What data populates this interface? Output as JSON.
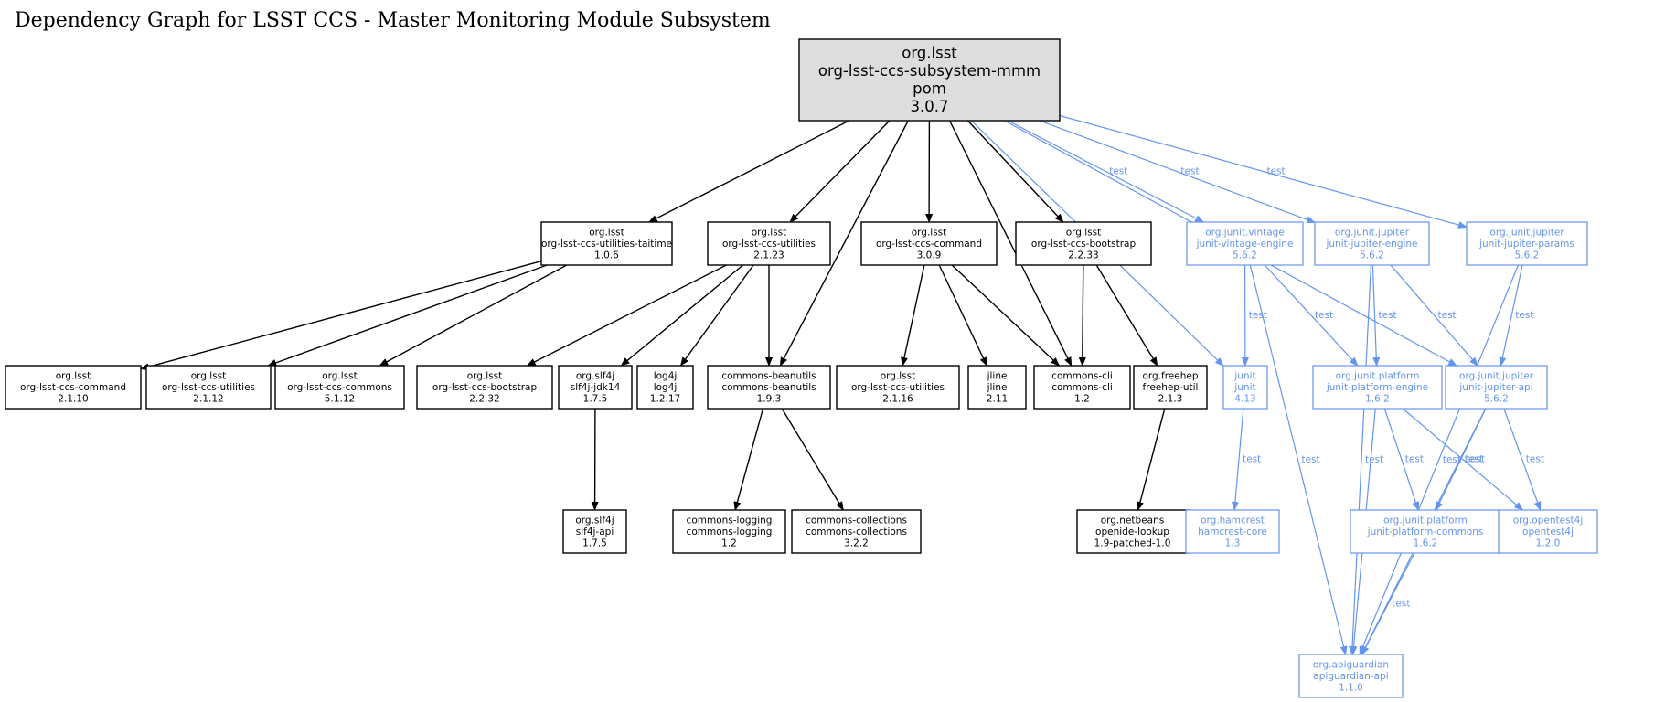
{
  "title": "Dependency Graph for LSST CCS - Master Monitoring Module Subsystem",
  "colors": {
    "compile": "#000000",
    "test": "#6495ed",
    "root_fill": "#dddddd",
    "node_fill": "#ffffff"
  },
  "nodes": [
    {
      "id": "mmm",
      "lines": [
        "org.lsst",
        "org-lsst-ccs-subsystem-mmm",
        "pom",
        "3.0.7"
      ],
      "kind": "root"
    },
    {
      "id": "taitime",
      "lines": [
        "org.lsst",
        "org-lsst-ccs-utilities-taitime",
        "1.0.6"
      ],
      "kind": "compile"
    },
    {
      "id": "util2123",
      "lines": [
        "org.lsst",
        "org-lsst-ccs-utilities",
        "2.1.23"
      ],
      "kind": "compile"
    },
    {
      "id": "command309",
      "lines": [
        "org.lsst",
        "org-lsst-ccs-command",
        "3.0.9"
      ],
      "kind": "compile"
    },
    {
      "id": "bootstrap2233",
      "lines": [
        "org.lsst",
        "org-lsst-ccs-bootstrap",
        "2.2.33"
      ],
      "kind": "compile"
    },
    {
      "id": "vintage",
      "lines": [
        "org.junit.vintage",
        "junit-vintage-engine",
        "5.6.2"
      ],
      "kind": "test"
    },
    {
      "id": "jupengine",
      "lines": [
        "org.junit.jupiter",
        "junit-jupiter-engine",
        "5.6.2"
      ],
      "kind": "test"
    },
    {
      "id": "jupparams",
      "lines": [
        "org.junit.jupiter",
        "junit-jupiter-params",
        "5.6.2"
      ],
      "kind": "test"
    },
    {
      "id": "command2110",
      "lines": [
        "org.lsst",
        "org-lsst-ccs-command",
        "2.1.10"
      ],
      "kind": "compile"
    },
    {
      "id": "util2112",
      "lines": [
        "org.lsst",
        "org-lsst-ccs-utilities",
        "2.1.12"
      ],
      "kind": "compile"
    },
    {
      "id": "commons5112",
      "lines": [
        "org.lsst",
        "org-lsst-ccs-commons",
        "5.1.12"
      ],
      "kind": "compile"
    },
    {
      "id": "bootstrap2232",
      "lines": [
        "org.lsst",
        "org-lsst-ccs-bootstrap",
        "2.2.32"
      ],
      "kind": "compile"
    },
    {
      "id": "slf4jjdk",
      "lines": [
        "org.slf4j",
        "slf4j-jdk14",
        "1.7.5"
      ],
      "kind": "compile"
    },
    {
      "id": "log4j",
      "lines": [
        "log4j",
        "log4j",
        "1.2.17"
      ],
      "kind": "compile"
    },
    {
      "id": "beanutils",
      "lines": [
        "commons-beanutils",
        "commons-beanutils",
        "1.9.3"
      ],
      "kind": "compile"
    },
    {
      "id": "util2116",
      "lines": [
        "org.lsst",
        "org-lsst-ccs-utilities",
        "2.1.16"
      ],
      "kind": "compile"
    },
    {
      "id": "jline",
      "lines": [
        "jline",
        "jline",
        "2.11"
      ],
      "kind": "compile"
    },
    {
      "id": "cli",
      "lines": [
        "commons-cli",
        "commons-cli",
        "1.2"
      ],
      "kind": "compile"
    },
    {
      "id": "freehep",
      "lines": [
        "org.freehep",
        "freehep-util",
        "2.1.3"
      ],
      "kind": "compile"
    },
    {
      "id": "junit",
      "lines": [
        "junit",
        "junit",
        "4.13"
      ],
      "kind": "test"
    },
    {
      "id": "platengine",
      "lines": [
        "org.junit.platform",
        "junit-platform-engine",
        "1.6.2"
      ],
      "kind": "test"
    },
    {
      "id": "jupapi",
      "lines": [
        "org.junit.jupiter",
        "junit-jupiter-api",
        "5.6.2"
      ],
      "kind": "test"
    },
    {
      "id": "slf4japi",
      "lines": [
        "org.slf4j",
        "slf4j-api",
        "1.7.5"
      ],
      "kind": "compile"
    },
    {
      "id": "logging",
      "lines": [
        "commons-logging",
        "commons-logging",
        "1.2"
      ],
      "kind": "compile"
    },
    {
      "id": "collections",
      "lines": [
        "commons-collections",
        "commons-collections",
        "3.2.2"
      ],
      "kind": "compile"
    },
    {
      "id": "openide",
      "lines": [
        "org.netbeans",
        "openide-lookup",
        "1.9-patched-1.0"
      ],
      "kind": "compile"
    },
    {
      "id": "hamcrest",
      "lines": [
        "org.hamcrest",
        "hamcrest-core",
        "1.3"
      ],
      "kind": "test"
    },
    {
      "id": "platcommons",
      "lines": [
        "org.junit.platform",
        "junit-platform-commons",
        "1.6.2"
      ],
      "kind": "test"
    },
    {
      "id": "opentest4j",
      "lines": [
        "org.opentest4j",
        "opentest4j",
        "1.2.0"
      ],
      "kind": "test"
    },
    {
      "id": "apiguardian",
      "lines": [
        "org.apiguardian",
        "apiguardian-api",
        "1.1.0"
      ],
      "kind": "test"
    }
  ],
  "edges": [
    {
      "from": "mmm",
      "to": "taitime",
      "label": ""
    },
    {
      "from": "mmm",
      "to": "util2123",
      "label": ""
    },
    {
      "from": "mmm",
      "to": "beanutils",
      "label": ""
    },
    {
      "from": "mmm",
      "to": "command309",
      "label": ""
    },
    {
      "from": "mmm",
      "to": "cli",
      "label": ""
    },
    {
      "from": "mmm",
      "to": "bootstrap2233",
      "label": ""
    },
    {
      "from": "mmm",
      "to": "junit",
      "label": "test"
    },
    {
      "from": "mmm",
      "to": "vintage",
      "label": "test"
    },
    {
      "from": "mmm",
      "to": "jupengine",
      "label": "test"
    },
    {
      "from": "mmm",
      "to": "jupapi",
      "label": "test"
    },
    {
      "from": "mmm",
      "to": "jupparams",
      "label": "test"
    },
    {
      "from": "taitime",
      "to": "command2110",
      "label": ""
    },
    {
      "from": "taitime",
      "to": "util2112",
      "label": ""
    },
    {
      "from": "taitime",
      "to": "commons5112",
      "label": ""
    },
    {
      "from": "util2123",
      "to": "bootstrap2232",
      "label": ""
    },
    {
      "from": "util2123",
      "to": "slf4jjdk",
      "label": ""
    },
    {
      "from": "util2123",
      "to": "log4j",
      "label": ""
    },
    {
      "from": "util2123",
      "to": "beanutils",
      "label": ""
    },
    {
      "from": "command309",
      "to": "util2116",
      "label": ""
    },
    {
      "from": "command309",
      "to": "jline",
      "label": ""
    },
    {
      "from": "command309",
      "to": "cli",
      "label": ""
    },
    {
      "from": "bootstrap2233",
      "to": "cli",
      "label": ""
    },
    {
      "from": "bootstrap2233",
      "to": "freehep",
      "label": ""
    },
    {
      "from": "slf4jjdk",
      "to": "slf4japi",
      "label": ""
    },
    {
      "from": "beanutils",
      "to": "logging",
      "label": ""
    },
    {
      "from": "beanutils",
      "to": "collections",
      "label": ""
    },
    {
      "from": "freehep",
      "to": "openide",
      "label": ""
    },
    {
      "from": "vintage",
      "to": "junit",
      "label": "test"
    },
    {
      "from": "vintage",
      "to": "platengine",
      "label": "test"
    },
    {
      "from": "vintage",
      "to": "apiguardian",
      "label": "test"
    },
    {
      "from": "jupengine",
      "to": "platengine",
      "label": "test"
    },
    {
      "from": "jupengine",
      "to": "jupapi",
      "label": "test"
    },
    {
      "from": "jupengine",
      "to": "apiguardian",
      "label": "test"
    },
    {
      "from": "jupparams",
      "to": "jupapi",
      "label": "test"
    },
    {
      "from": "jupparams",
      "to": "apiguardian",
      "label": "test"
    },
    {
      "from": "junit",
      "to": "hamcrest",
      "label": "test"
    },
    {
      "from": "platengine",
      "to": "platcommons",
      "label": "test"
    },
    {
      "from": "platengine",
      "to": "opentest4j",
      "label": "test"
    },
    {
      "from": "platengine",
      "to": "apiguardian",
      "label": "test"
    },
    {
      "from": "jupapi",
      "to": "platcommons",
      "label": "test"
    },
    {
      "from": "jupapi",
      "to": "opentest4j",
      "label": "test"
    },
    {
      "from": "jupapi",
      "to": "apiguardian",
      "label": "test"
    },
    {
      "from": "platcommons",
      "to": "apiguardian",
      "label": "test"
    }
  ]
}
